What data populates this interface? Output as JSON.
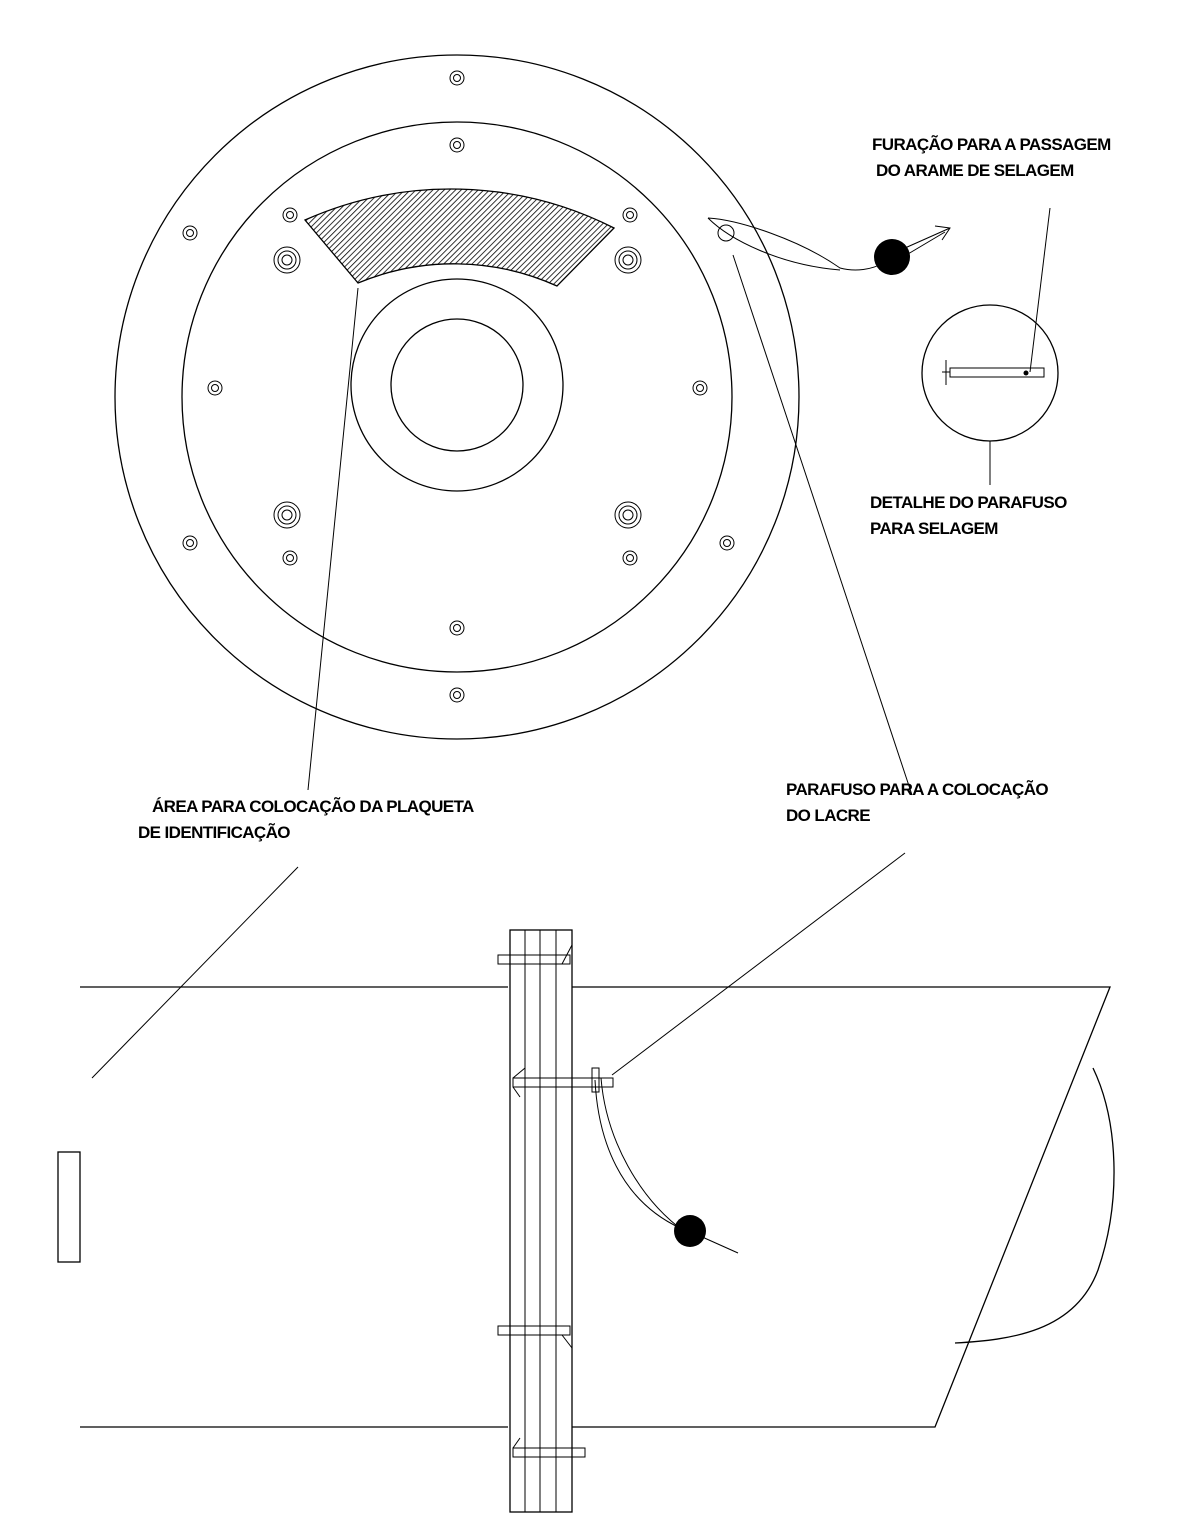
{
  "labels": {
    "sealing_wire_hole": [
      "FURAÇÃO PARA A PASSAGEM",
      "DO ARAME DE SELAGEM"
    ],
    "screw_detail": [
      "DETALHE DO PARAFUSO",
      "PARA SELAGEM"
    ],
    "plate_area": [
      "ÁREA PARA COLOCAÇÃO DA PLAQUETA",
      "DE IDENTIFICAÇÃO"
    ],
    "seal_screw": [
      "PARAFUSO PARA A COLOCAÇÃO",
      "DO LACRE"
    ]
  },
  "colors": {
    "ink": "#000000",
    "paper": "#ffffff"
  }
}
